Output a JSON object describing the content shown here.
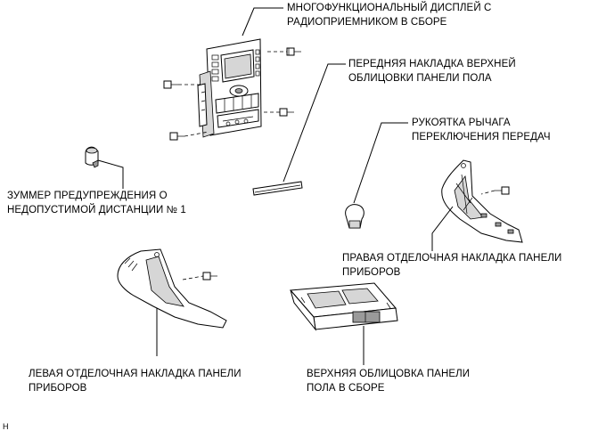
{
  "labels": {
    "display": {
      "line1": "МНОГОФУНКЦИОНАЛЬНЫЙ ДИСПЛЕЙ С",
      "line2": "РАДИОПРИЕМНИКОМ В СБОРЕ"
    },
    "front_trim": {
      "line1": "ПЕРЕДНЯЯ НАКЛАДКА ВЕРХНЕЙ",
      "line2": "ОБЛИЦОВКИ ПАНЕЛИ ПОЛА"
    },
    "shift_knob": {
      "line1": "РУКОЯТКА РЫЧАГА",
      "line2": "ПЕРЕКЛЮЧЕНИЯ ПЕРЕДАЧ"
    },
    "buzzer": {
      "line1": "ЗУММЕР ПРЕДУПРЕЖДЕНИЯ О",
      "line2": "НЕДОПУСТИМОЙ ДИСТАНЦИИ № 1"
    },
    "right_trim": {
      "line1": "ПРАВАЯ ОТДЕЛОЧНАЯ НАКЛАДКА ПАНЕЛИ",
      "line2": "ПРИБОРОВ"
    },
    "left_trim": {
      "line1": "ЛЕВАЯ ОТДЕЛОЧНАЯ НАКЛАДКА ПАНЕЛИ",
      "line2": "ПРИБОРОВ"
    },
    "console": {
      "line1": "ВЕРХНЯЯ ОБЛИЦОВКА ПАНЕЛИ",
      "line2": "ПОЛА В СБОРЕ"
    }
  },
  "corner_mark": "H"
}
